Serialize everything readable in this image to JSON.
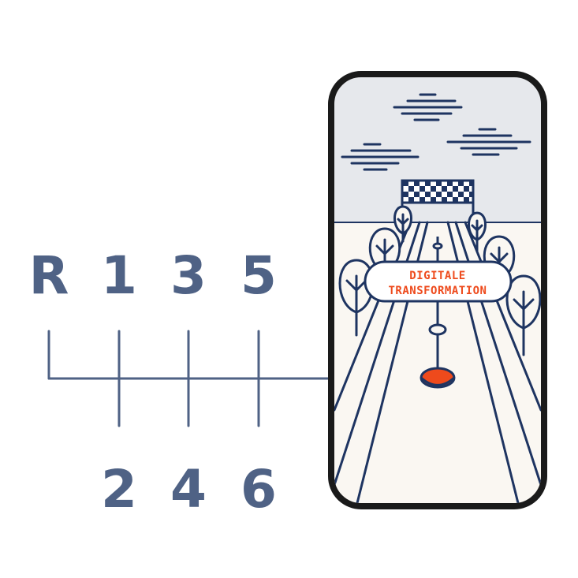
{
  "gearshift": {
    "top_row": [
      "R",
      "1",
      "3",
      "5"
    ],
    "bottom_row": [
      "2",
      "4",
      "6"
    ]
  },
  "sign": {
    "line1": "DIGITALE",
    "line2": "TRANSFORMATION"
  },
  "colors": {
    "navy": "#1e3461",
    "slate": "#4f6285",
    "accent": "#ee4a1c",
    "sky": "#e6e8ec",
    "ground": "#faf7f2",
    "frame": "#1a1a1a"
  },
  "icons": {
    "phone": "phone-frame-icon",
    "flag": "checkered-finish-flag-icon",
    "knob": "gear-knob-icon",
    "tree": "tree-icon",
    "cloud": "cloud-lines-icon"
  }
}
